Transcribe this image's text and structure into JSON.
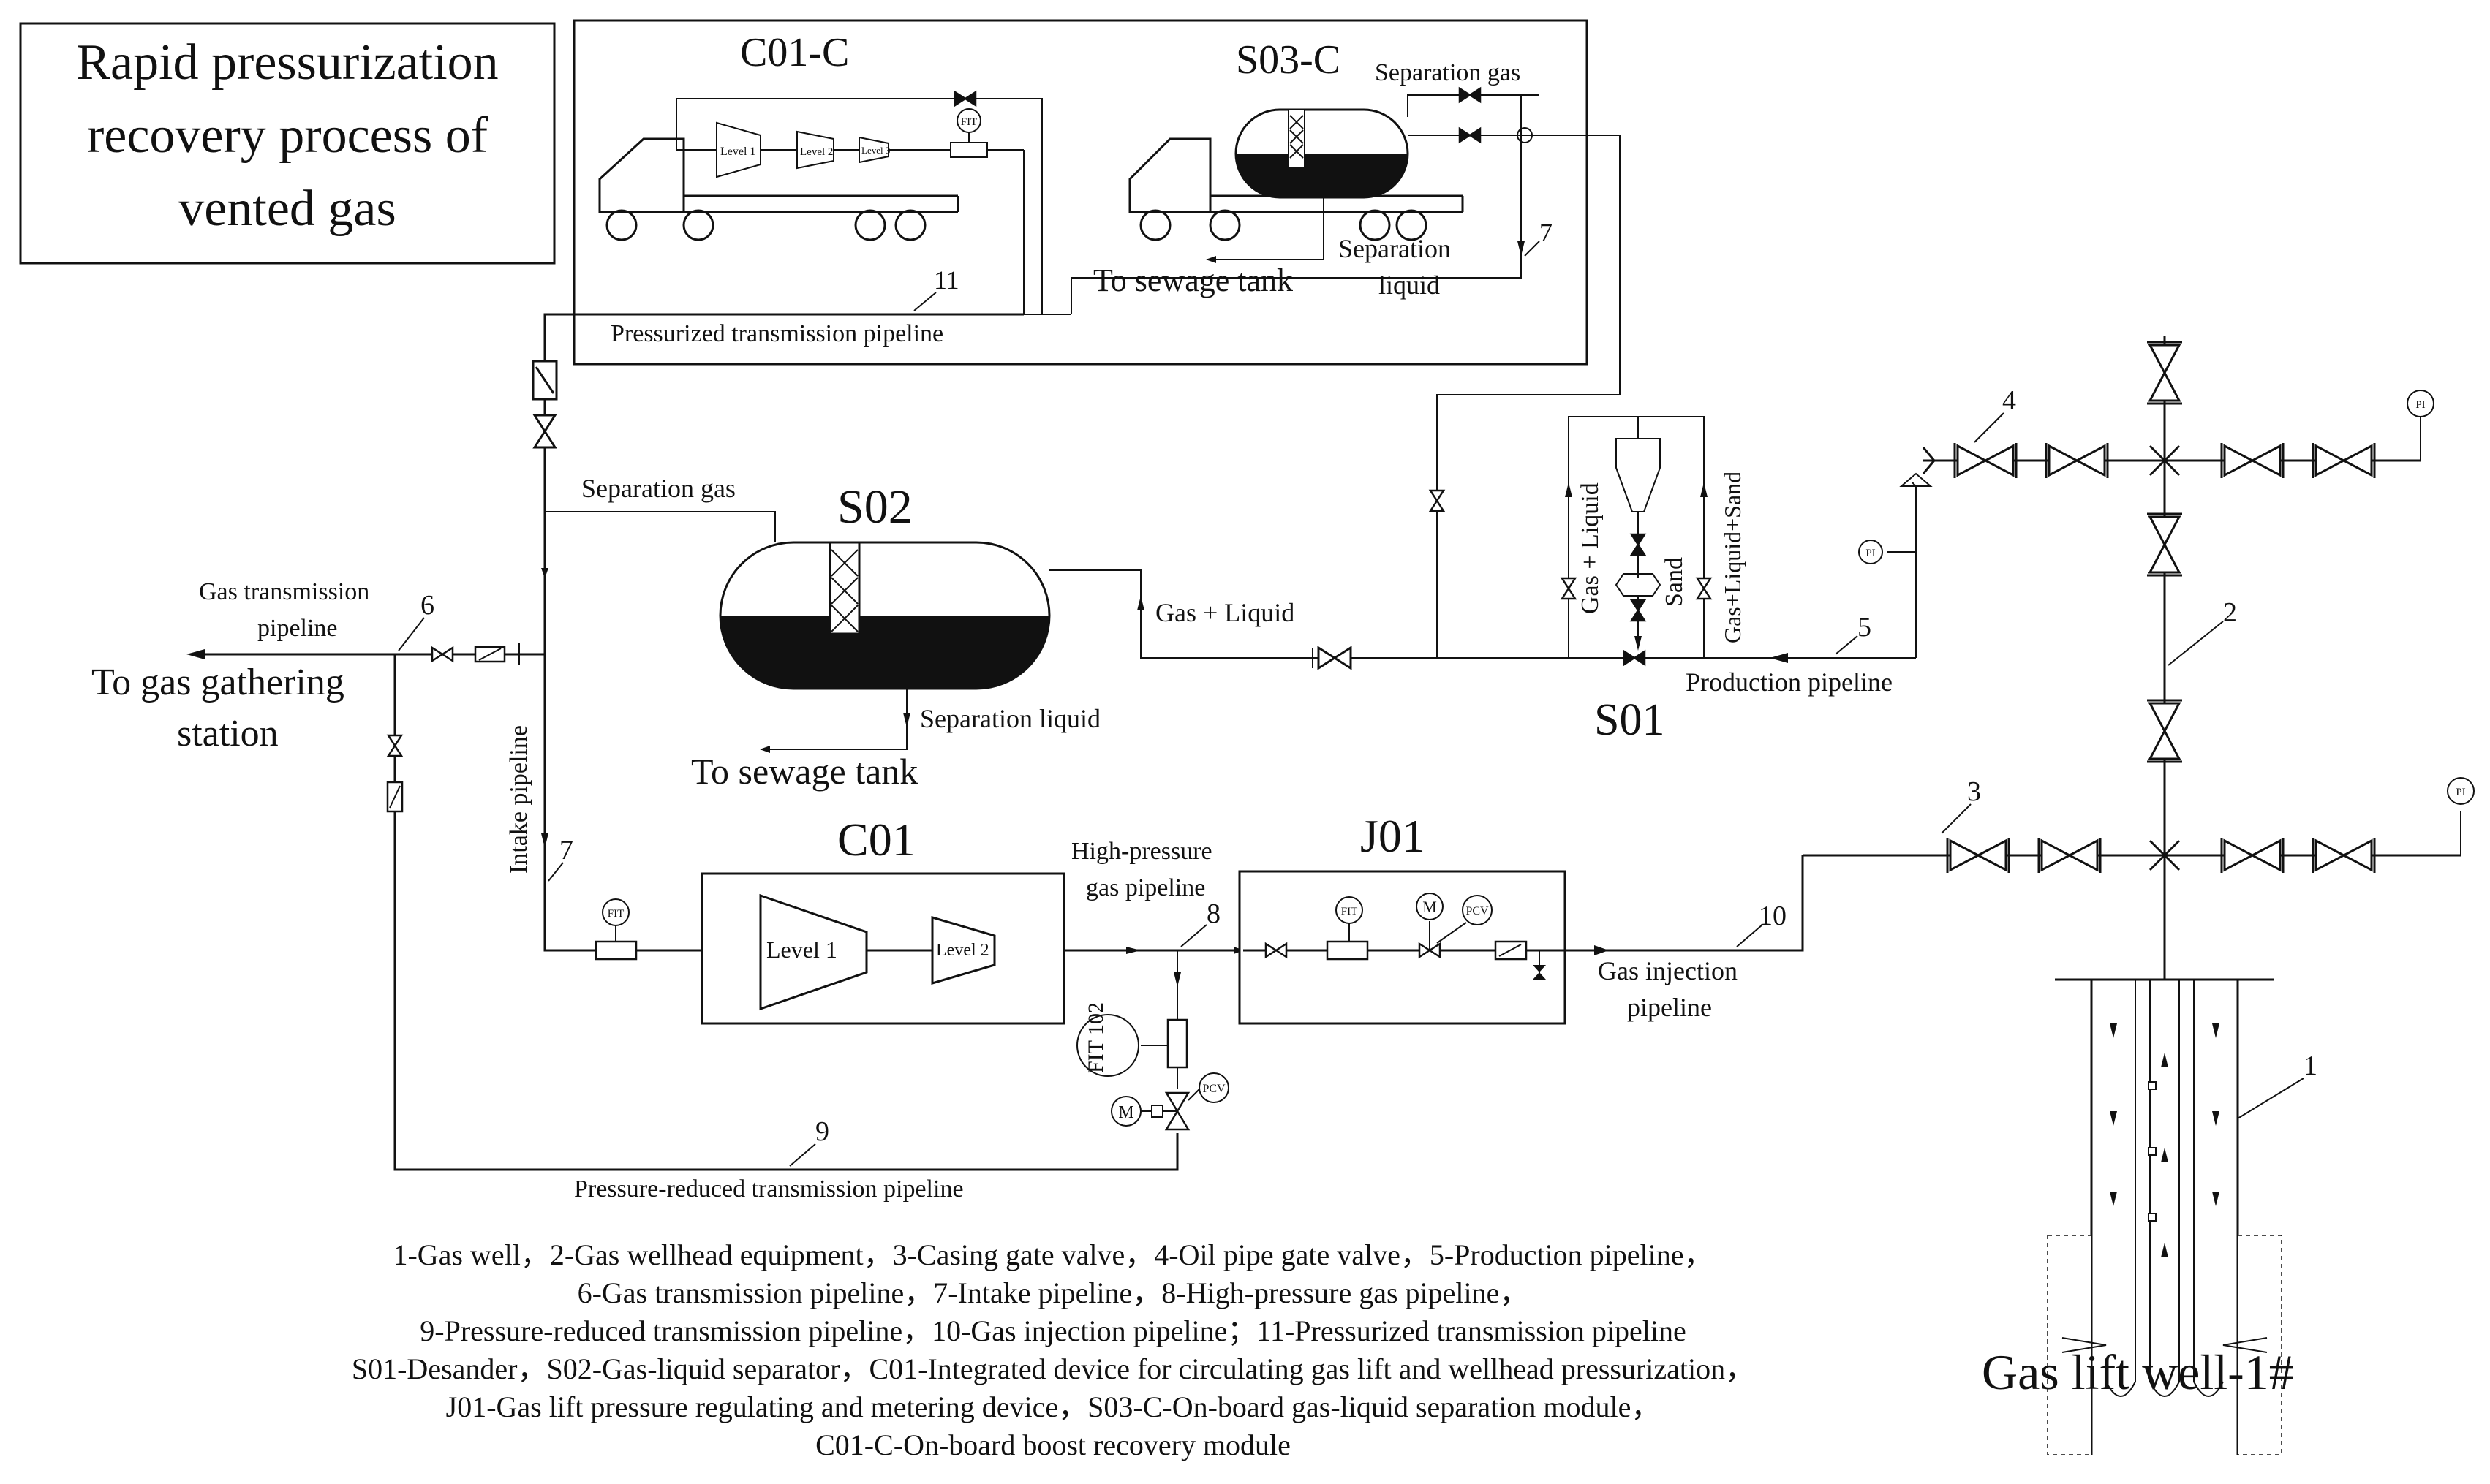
{
  "title": {
    "line1": "Rapid pressurization",
    "line2": "recovery process of",
    "line3": "vented gas"
  },
  "equipment": {
    "c01c": "C01-C",
    "s03c": "S03-C",
    "s02": "S02",
    "s01": "S01",
    "c01": "C01",
    "j01": "J01"
  },
  "stages": {
    "level1": "Level 1",
    "level2": "Level 2",
    "small_level1": "Level 1",
    "small_level2": "Level 2",
    "small_level3": "Level 3"
  },
  "instruments": {
    "fit": "FIT",
    "fit102": "FIT 102",
    "pcv": "PCV",
    "m": "M",
    "pi": "PI"
  },
  "labels": {
    "separation_gas_top": "Separation gas",
    "separation_liquid_top1": "Separation",
    "separation_liquid_top2": "liquid",
    "to_sewage_tank_top": "To sewage tank",
    "pressurized_pipeline": "Pressurized transmission pipeline",
    "separation_gas_s02": "Separation gas",
    "gas_liquid": "Gas + Liquid",
    "separation_liquid_s02": "Separation liquid",
    "to_sewage_tank_s02": "To sewage tank",
    "gas_transmission_pipeline1": "Gas transmission",
    "gas_transmission_pipeline2": "pipeline",
    "to_gas_gathering1": "To gas gathering",
    "to_gas_gathering2": "station",
    "intake_pipeline": "Intake pipeline",
    "high_pressure1": "High-pressure",
    "high_pressure2": "gas pipeline",
    "gas_injection1": "Gas injection",
    "gas_injection2": "pipeline",
    "pressure_reduced": "Pressure-reduced transmission pipeline",
    "production_pipeline": "Production pipeline",
    "desander_gas_liquid": "Gas + Liquid",
    "desander_sand": "Sand",
    "desander_gls": "Gas+Liquid+Sand",
    "gas_lift_well": "Gas lift well-1#"
  },
  "numbers": {
    "n1": "1",
    "n2": "2",
    "n3": "3",
    "n4": "4",
    "n5": "5",
    "n6": "6",
    "n7a": "7",
    "n7b": "7",
    "n8": "8",
    "n9": "9",
    "n10": "10",
    "n11": "11"
  },
  "legend": {
    "line1": "1-Gas well，2-Gas wellhead equipment，3-Casing gate valve，4-Oil pipe gate valve，5-Production pipeline，",
    "line2": "6-Gas transmission pipeline，7-Intake pipeline，8-High-pressure gas pipeline，",
    "line3": "9-Pressure-reduced transmission pipeline，10-Gas injection pipeline；11-Pressurized transmission pipeline",
    "line4": "S01-Desander，S02-Gas-liquid separator，C01-Integrated device for circulating gas lift and wellhead pressurization，",
    "line5": "J01-Gas lift pressure regulating and metering device，S03-C-On-board gas-liquid separation module，",
    "line6": "C01-C-On-board boost recovery module"
  }
}
